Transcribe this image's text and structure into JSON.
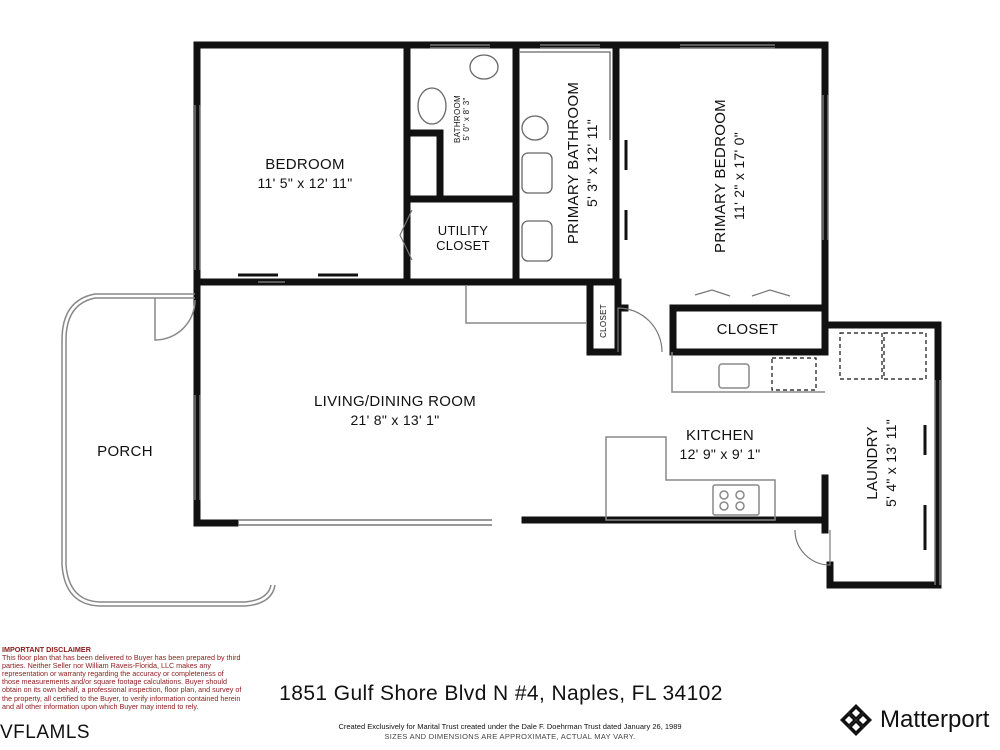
{
  "rooms": {
    "bedroom": {
      "name": "BEDROOM",
      "dims": "11' 5\" x 12' 11\""
    },
    "bathroom": {
      "name": "BATHROOM",
      "dims": "5' 0\" x 8' 3\""
    },
    "utility_closet": {
      "line1": "UTILITY",
      "line2": "CLOSET"
    },
    "primary_bathroom": {
      "name": "PRIMARY BATHROOM",
      "dims": "5' 3\" x 12' 11\""
    },
    "primary_bedroom": {
      "name": "PRIMARY BEDROOM",
      "dims": "11' 2\" x 17' 0\""
    },
    "small_closet": {
      "name": "CLOSET"
    },
    "closet": {
      "name": "CLOSET"
    },
    "living_dining": {
      "name": "LIVING/DINING ROOM",
      "dims": "21' 8\" x 13' 1\""
    },
    "kitchen": {
      "name": "KITCHEN",
      "dims": "12' 9\" x 9' 1\""
    },
    "laundry": {
      "name": "LAUNDRY",
      "dims": "5' 4\" x 13' 11\""
    },
    "porch": {
      "name": "PORCH"
    }
  },
  "address": "1851 Gulf Shore Blvd N #4, Naples, FL 34102",
  "disclaimer": {
    "title": "IMPORTANT DISCLAIMER",
    "body": "This floor plan that has been delivered to Buyer has been prepared by third parties. Neither Seller nor William Raveis-Florida, LLC makes any representation or warranty regarding the accuracy or completeness of those measurements and/or square footage calculations. Buyer should obtain on its own behalf, a professional inspection, floor plan, and survey of the property, all certified to the Buyer, to verify information contained herein and all other information upon which Buyer may intend to rely."
  },
  "mls_mark": "VFLAMLS",
  "credit": "Created Exclusively for Marital Trust created under the Dale F. Doehrman Trust dated January 26, 1989",
  "sizes_note": "SIZES AND DIMENSIONS ARE APPROXIMATE, ACTUAL MAY VARY.",
  "brand": {
    "name": "Matterport",
    "icon": "matterport-logo-icon"
  },
  "colors": {
    "wall": "#111111",
    "thin": "#888888",
    "disclaimer": "#8b1a1a"
  }
}
